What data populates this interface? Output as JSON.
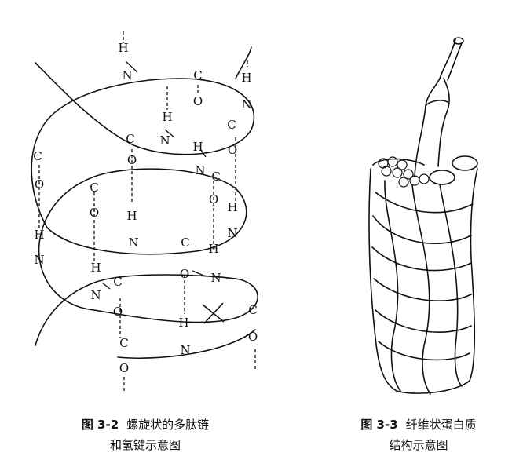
{
  "figures": [
    {
      "number": "图 3-2",
      "caption_line1": "螺旋状的多肽链",
      "caption_line2": "和氢键示意图"
    },
    {
      "number": "图 3-3",
      "caption_line1": "纤维状蛋白质",
      "caption_line2": "结构示意图"
    }
  ],
  "atom_labels": {
    "hydrogen": "H",
    "nitrogen": "N",
    "carbon": "C",
    "oxygen": "O"
  },
  "colors": {
    "ink": "#111111",
    "background": "#ffffff"
  }
}
